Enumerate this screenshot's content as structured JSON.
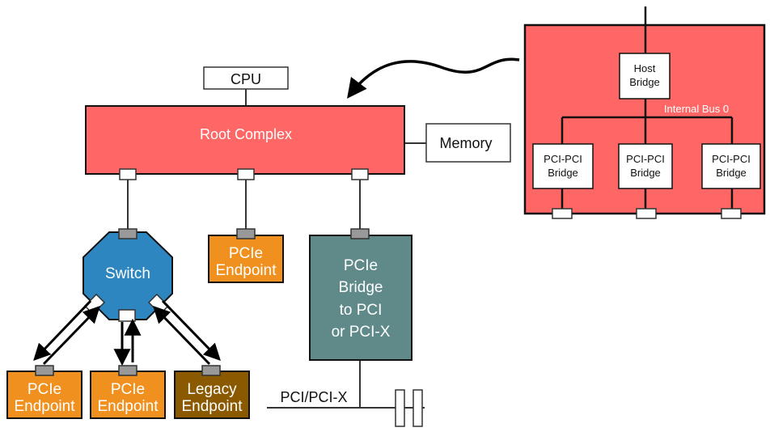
{
  "cpu": {
    "label": "CPU"
  },
  "root_complex": {
    "label": "Root Complex"
  },
  "memory": {
    "label": "Memory"
  },
  "switch": {
    "label": "Switch"
  },
  "pcie_endpoint_center": {
    "line1": "PCIe",
    "line2": "Endpoint"
  },
  "pcie_bridge": {
    "line1": "PCIe",
    "line2": "Bridge",
    "line3": "to PCI",
    "line4": "or PCI-X"
  },
  "endpoint_left": {
    "line1": "PCIe",
    "line2": "Endpoint"
  },
  "endpoint_middle": {
    "line1": "PCIe",
    "line2": "Endpoint"
  },
  "endpoint_legacy": {
    "line1": "Legacy",
    "line2": "Endpoint"
  },
  "pci_bus": {
    "label": "PCI/PCI-X"
  },
  "detail": {
    "host_bridge": {
      "line1": "Host",
      "line2": "Bridge"
    },
    "internal_bus": {
      "label": "Internal Bus 0"
    },
    "bridges": [
      {
        "line1": "PCI-PCI",
        "line2": "Bridge"
      },
      {
        "line1": "PCI-PCI",
        "line2": "Bridge"
      },
      {
        "line1": "PCI-PCI",
        "line2": "Bridge"
      }
    ]
  },
  "colors": {
    "root_complex": "#ff6666",
    "switch": "#2e86c1",
    "endpoint": "#f0901e",
    "legacy_endpoint": "#8b5a00",
    "bridge": "#5f8a89",
    "port": "#999999"
  }
}
